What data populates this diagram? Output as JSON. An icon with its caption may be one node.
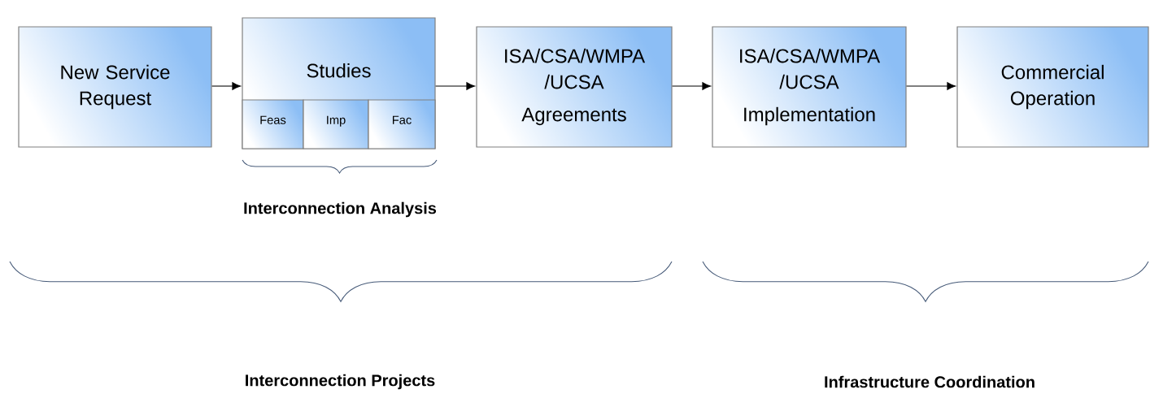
{
  "diagram": {
    "nodes": [
      {
        "text": [
          "New Service Request"
        ]
      },
      {
        "text": [
          "Studies"
        ]
      },
      {
        "text": [
          "Feas"
        ],
        "in": 1
      },
      {
        "text": [
          "Imp"
        ],
        "in": 1
      },
      {
        "text": [
          "Fac"
        ],
        "in": 1
      },
      {
        "text": [
          "ISA/CSA/WMPA /UCSA",
          "Agreements"
        ]
      },
      {
        "text": [
          "ISA/CSA/WMPA /UCSA",
          "Implementation"
        ]
      },
      {
        "text": [
          "Commercial Operation"
        ]
      }
    ],
    "edges": [
      {
        "from": 0,
        "to": 1,
        "arrow": "to"
      },
      {
        "from": 1,
        "to": 5,
        "arrow": "to"
      },
      {
        "from": 5,
        "to": 6,
        "arrow": "to"
      },
      {
        "from": 6,
        "to": 7,
        "arrow": "to"
      }
    ],
    "labels": [
      "Interconnection Analysis",
      "Interconnection Projects",
      "Infrastructure Coordination"
    ]
  }
}
